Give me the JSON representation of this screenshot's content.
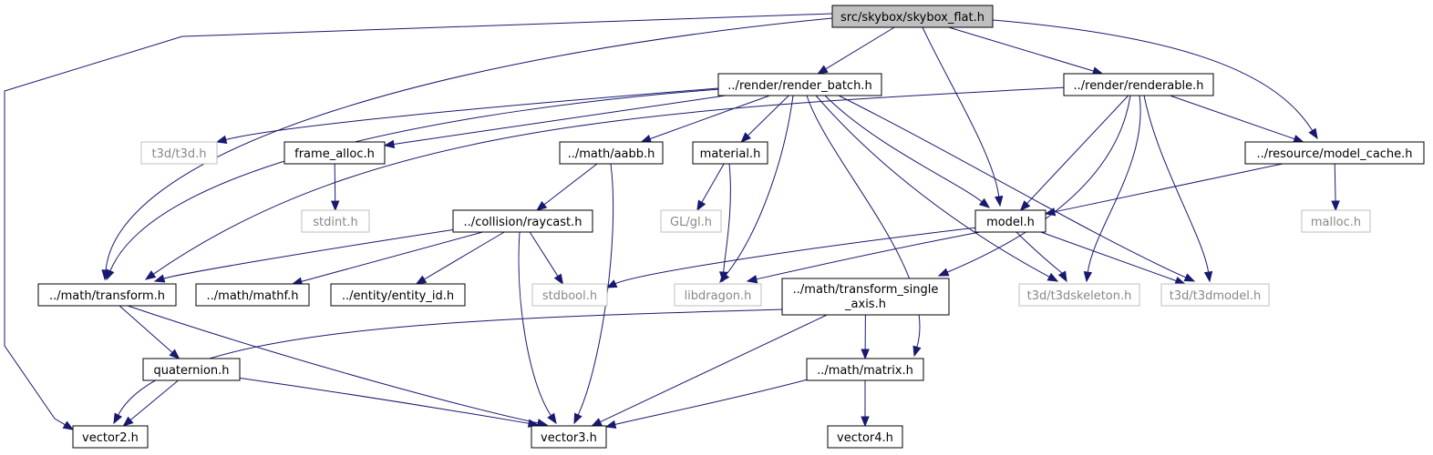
{
  "diagram": {
    "colors": {
      "edge": "#191970",
      "root_fill": "#bfbfbf",
      "node_border": "#000000",
      "missing_border": "#bfbfbf",
      "missing_text": "#888888",
      "text": "#000000"
    },
    "nodes": [
      {
        "id": "skybox_flat",
        "label": "src/skybox/skybox_flat.h",
        "kind": "root"
      },
      {
        "id": "render_batch",
        "label": "../render/render_batch.h",
        "kind": "file"
      },
      {
        "id": "renderable",
        "label": "../render/renderable.h",
        "kind": "file"
      },
      {
        "id": "t3d",
        "label": "t3d/t3d.h",
        "kind": "missing"
      },
      {
        "id": "frame_alloc",
        "label": "frame_alloc.h",
        "kind": "file"
      },
      {
        "id": "aabb",
        "label": "../math/aabb.h",
        "kind": "file"
      },
      {
        "id": "material",
        "label": "material.h",
        "kind": "file"
      },
      {
        "id": "model_cache",
        "label": "../resource/model_cache.h",
        "kind": "file"
      },
      {
        "id": "stdint",
        "label": "stdint.h",
        "kind": "missing"
      },
      {
        "id": "raycast",
        "label": "../collision/raycast.h",
        "kind": "file"
      },
      {
        "id": "glgl",
        "label": "GL/gl.h",
        "kind": "missing"
      },
      {
        "id": "model",
        "label": "model.h",
        "kind": "file"
      },
      {
        "id": "malloc",
        "label": "malloc.h",
        "kind": "missing"
      },
      {
        "id": "transform",
        "label": "../math/transform.h",
        "kind": "file"
      },
      {
        "id": "mathf",
        "label": "../math/mathf.h",
        "kind": "file"
      },
      {
        "id": "entity_id",
        "label": "../entity/entity_id.h",
        "kind": "file"
      },
      {
        "id": "stdbool",
        "label": "stdbool.h",
        "kind": "missing"
      },
      {
        "id": "libdragon",
        "label": "libdragon.h",
        "kind": "missing"
      },
      {
        "id": "transform_single",
        "label": "../math/transform_single",
        "label2": "_axis.h",
        "kind": "file"
      },
      {
        "id": "t3dskeleton",
        "label": "t3d/t3dskeleton.h",
        "kind": "missing"
      },
      {
        "id": "t3dmodel",
        "label": "t3d/t3dmodel.h",
        "kind": "missing"
      },
      {
        "id": "quaternion",
        "label": "quaternion.h",
        "kind": "file"
      },
      {
        "id": "matrix",
        "label": "../math/matrix.h",
        "kind": "file"
      },
      {
        "id": "vector2",
        "label": "vector2.h",
        "kind": "file"
      },
      {
        "id": "vector3",
        "label": "vector3.h",
        "kind": "file"
      },
      {
        "id": "vector4",
        "label": "vector4.h",
        "kind": "file"
      }
    ],
    "edges": [
      {
        "from": "skybox_flat",
        "to": "render_batch"
      },
      {
        "from": "skybox_flat",
        "to": "renderable"
      },
      {
        "from": "skybox_flat",
        "to": "model_cache"
      },
      {
        "from": "skybox_flat",
        "to": "model"
      },
      {
        "from": "skybox_flat",
        "to": "transform"
      },
      {
        "from": "skybox_flat",
        "to": "vector2"
      },
      {
        "from": "render_batch",
        "to": "t3d"
      },
      {
        "from": "render_batch",
        "to": "frame_alloc"
      },
      {
        "from": "render_batch",
        "to": "aabb"
      },
      {
        "from": "render_batch",
        "to": "material"
      },
      {
        "from": "render_batch",
        "to": "transform"
      },
      {
        "from": "render_batch",
        "to": "libdragon"
      },
      {
        "from": "render_batch",
        "to": "model"
      },
      {
        "from": "render_batch",
        "to": "t3dskeleton"
      },
      {
        "from": "render_batch",
        "to": "t3dmodel"
      },
      {
        "from": "render_batch",
        "to": "matrix"
      },
      {
        "from": "renderable",
        "to": "model_cache"
      },
      {
        "from": "renderable",
        "to": "model"
      },
      {
        "from": "renderable",
        "to": "transform"
      },
      {
        "from": "renderable",
        "to": "transform_single"
      },
      {
        "from": "renderable",
        "to": "t3dskeleton"
      },
      {
        "from": "renderable",
        "to": "t3dmodel"
      },
      {
        "from": "model_cache",
        "to": "model"
      },
      {
        "from": "model_cache",
        "to": "malloc"
      },
      {
        "from": "frame_alloc",
        "to": "stdint"
      },
      {
        "from": "aabb",
        "to": "raycast"
      },
      {
        "from": "aabb",
        "to": "vector3"
      },
      {
        "from": "material",
        "to": "glgl"
      },
      {
        "from": "material",
        "to": "libdragon"
      },
      {
        "from": "raycast",
        "to": "transform"
      },
      {
        "from": "raycast",
        "to": "mathf"
      },
      {
        "from": "raycast",
        "to": "entity_id"
      },
      {
        "from": "raycast",
        "to": "stdbool"
      },
      {
        "from": "raycast",
        "to": "vector3"
      },
      {
        "from": "model",
        "to": "stdbool"
      },
      {
        "from": "model",
        "to": "libdragon"
      },
      {
        "from": "model",
        "to": "t3dskeleton"
      },
      {
        "from": "model",
        "to": "t3dmodel"
      },
      {
        "from": "transform",
        "to": "quaternion"
      },
      {
        "from": "transform",
        "to": "vector3"
      },
      {
        "from": "transform_single",
        "to": "vector2"
      },
      {
        "from": "transform_single",
        "to": "vector3"
      },
      {
        "from": "transform_single",
        "to": "matrix"
      },
      {
        "from": "quaternion",
        "to": "vector2"
      },
      {
        "from": "quaternion",
        "to": "vector3"
      },
      {
        "from": "matrix",
        "to": "vector3"
      },
      {
        "from": "matrix",
        "to": "vector4"
      }
    ]
  }
}
